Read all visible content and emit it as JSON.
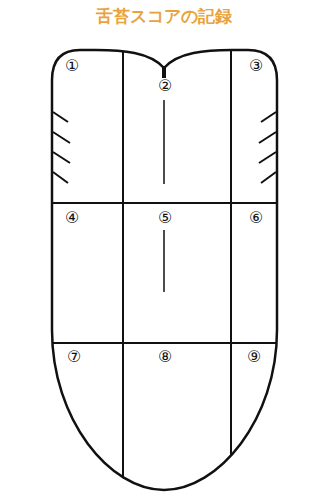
{
  "diagram": {
    "title": "舌苔スコアの記録",
    "labels": [
      "①",
      "②",
      "③",
      "④",
      "⑤",
      "⑥",
      "⑦",
      "⑧",
      "⑨"
    ]
  }
}
